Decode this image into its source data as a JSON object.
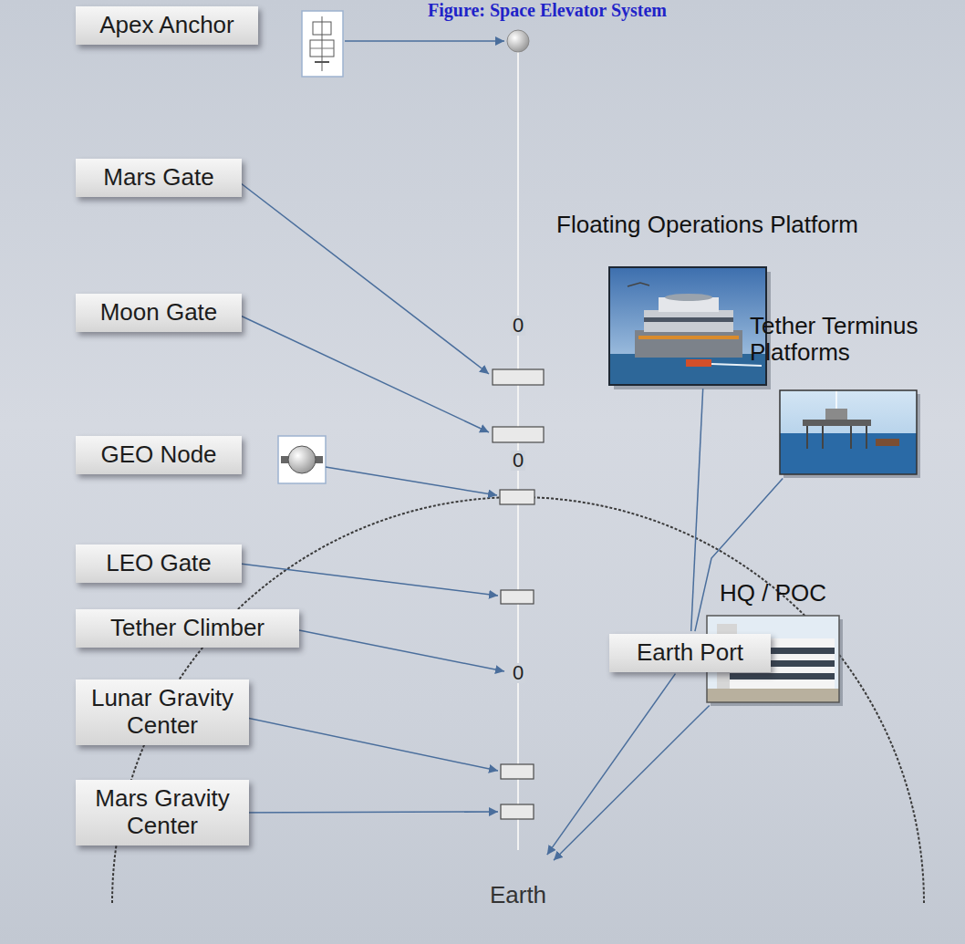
{
  "diagram": {
    "title": "Figure: Space Elevator System",
    "nodes": [
      {
        "text": [
          "Apex Anchor"
        ]
      },
      {
        "text": [
          "Mars Gate"
        ]
      },
      {
        "text": [
          "Floating Operations Platform"
        ]
      },
      {
        "text": [
          "Moon Gate"
        ]
      },
      {
        "text": [
          "Tether Terminus Platforms"
        ]
      },
      {
        "text": [
          "GEO Node"
        ]
      },
      {
        "text": [
          "LEO Gate"
        ]
      },
      {
        "text": [
          "Tether Climber"
        ]
      },
      {
        "text": [
          "Earth Port"
        ]
      },
      {
        "text": [
          "Lunar Gravity Center"
        ]
      },
      {
        "text": [
          "HQ / POC"
        ]
      },
      {
        "text": [
          "Mars Gravity Center"
        ]
      },
      {
        "text": [
          "Earth"
        ]
      }
    ],
    "edges": [
      {
        "from": 2,
        "to": 8,
        "arrow": "none"
      },
      {
        "from": 4,
        "to": 8,
        "arrow": "none"
      },
      {
        "from": 8,
        "to": 12,
        "arrow": "to"
      },
      {
        "from": 10,
        "to": 12,
        "arrow": "to"
      }
    ],
    "labels": [
      "0",
      "0",
      "0"
    ]
  }
}
